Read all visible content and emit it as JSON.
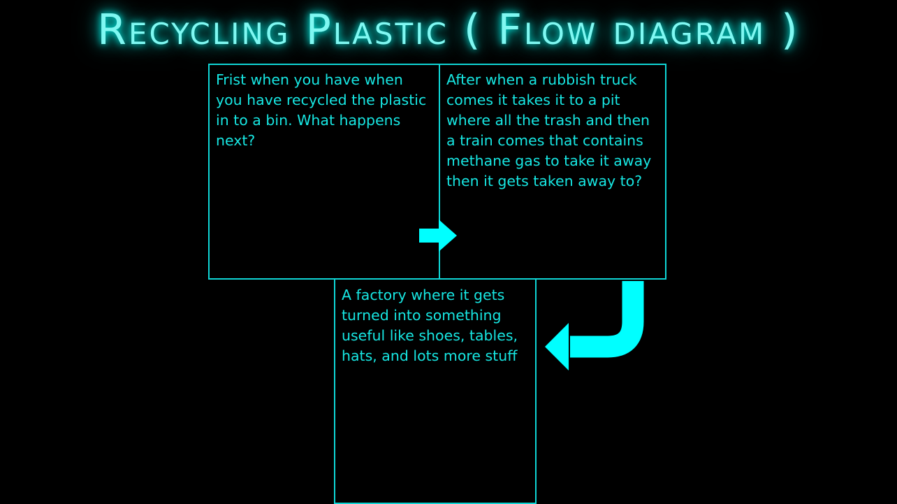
{
  "title": "Recycling Plastic ( Flow diagram )",
  "steps": [
    {
      "text": "Frist when you have when you have recycled the plastic in to a bin. What happens next?"
    },
    {
      "text": "After when a rubbish truck comes it takes it to a pit where all the trash and then a train comes that contains methane gas to  take it away then it gets taken away to?"
    },
    {
      "text": "A factory where it gets turned into something useful like shoes, tables, hats, and lots more stuff"
    }
  ],
  "colors": {
    "background": "#000000",
    "accent": "#00ffff",
    "text": "#17e6e2",
    "border": "#0fd6d6"
  },
  "icons": [
    "arrow-right-icon",
    "arrow-down-left-icon"
  ]
}
